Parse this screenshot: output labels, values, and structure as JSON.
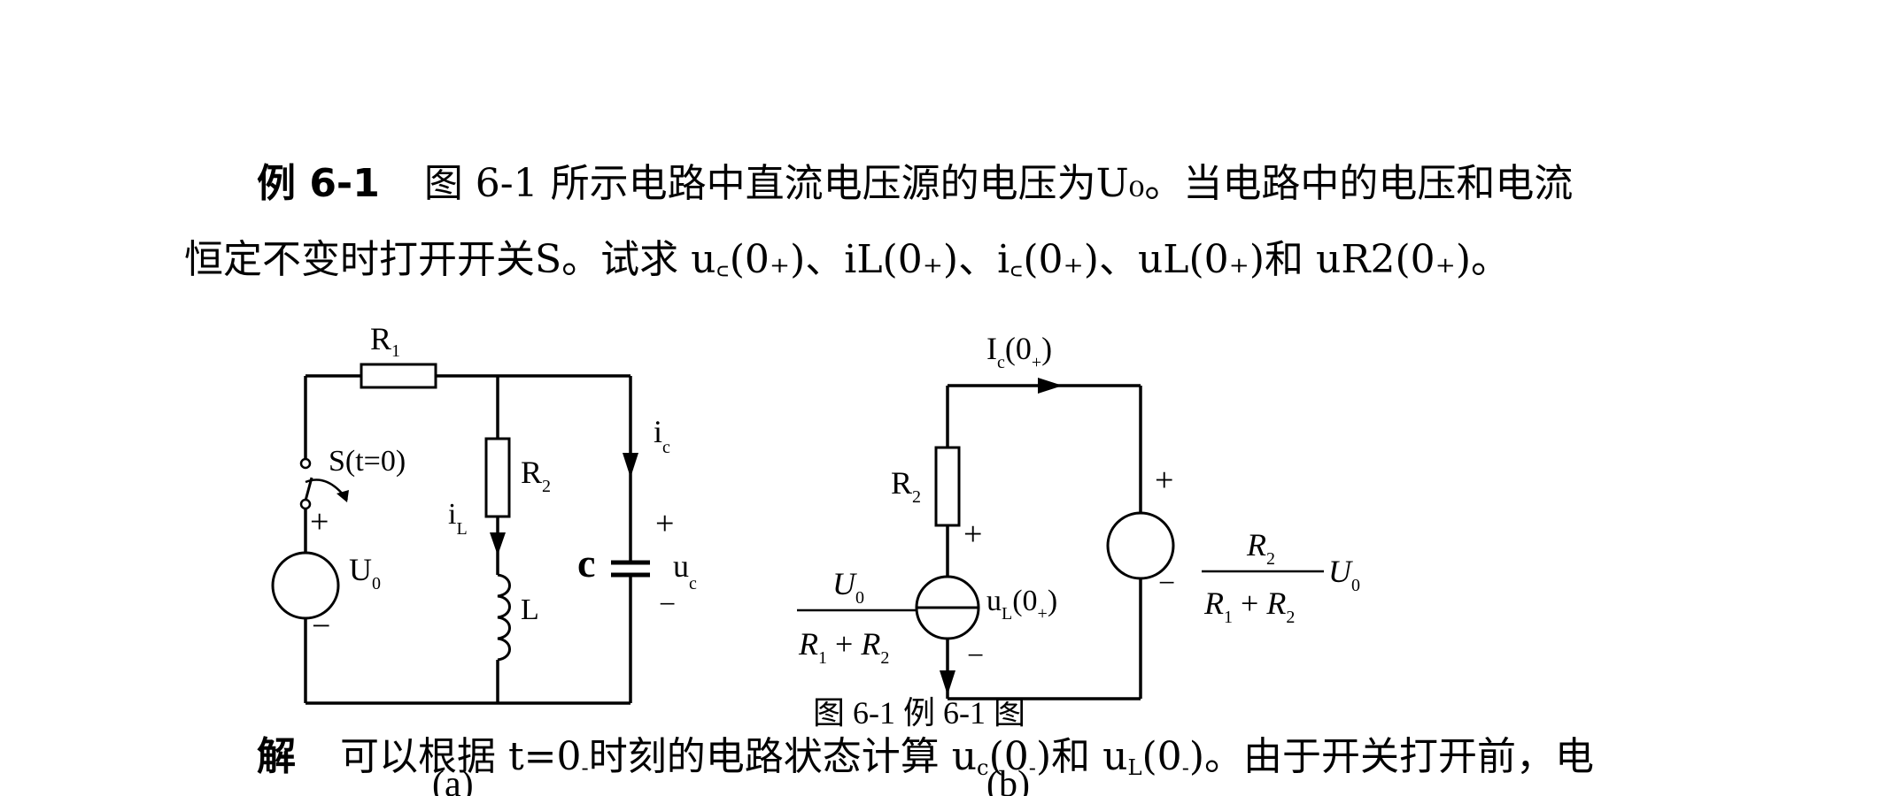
{
  "example": {
    "label": "例 6-1",
    "line1": "图 6-1 所示电路中直流电压源的电压为U₀。当电路中的电压和电流",
    "line2_prefix": "恒定不变时打开开关S。试求 ",
    "line2_terms": "u꜀(0₊)、iL(0₊)、i꜀(0₊)、uL(0₊)和 uR2(0₊)。"
  },
  "solution": {
    "label": "解",
    "text_a": "可以根据 t=0",
    "text_sub": "-",
    "text_b": "时刻的电路状态计算 u",
    "text_c": "c",
    "text_d": "(0",
    "text_e": "-",
    "text_f": ")和 u",
    "text_g": "L",
    "text_h": "(0",
    "text_i": "-",
    "text_j": ")。由于开关打开前，电"
  },
  "figure": {
    "caption": "图 6-1    例 6-1 图",
    "sub_a": "(a)",
    "sub_b": "(b)",
    "circuit_a": {
      "R1": "R",
      "R1_sub": "1",
      "R2": "R",
      "R2_sub": "2",
      "switch": "S(t=0)",
      "source": "U",
      "source_sub": "0",
      "plus": "+",
      "minus": "−",
      "iL": "i",
      "iL_sub": "L",
      "L": "L",
      "C": "c",
      "ic": "i",
      "ic_sub": "c",
      "uc": "u",
      "uc_sub": "c"
    },
    "circuit_b": {
      "Ic": "I",
      "Ic_sub": "c",
      "Ic_arg": "(0",
      "Ic_arg_sub": "+",
      "Ic_close": ")",
      "R2": "R",
      "R2_sub": "2",
      "left_num": "U",
      "left_num_sub": "0",
      "left_den_a": "R",
      "left_den_a_sub": "1",
      "left_den_plus": " + ",
      "left_den_b": "R",
      "left_den_b_sub": "2",
      "uL": "u",
      "uL_sub": "L",
      "uL_arg": "(0",
      "uL_arg_sub": "+",
      "uL_close": ")",
      "right_num": "R",
      "right_num_sub": "2",
      "right_den_a": "R",
      "right_den_a_sub": "1",
      "right_den_plus": " + ",
      "right_den_b": "R",
      "right_den_b_sub": "2",
      "right_U": "U",
      "right_U_sub": "0",
      "plus": "+",
      "minus": "−"
    }
  }
}
